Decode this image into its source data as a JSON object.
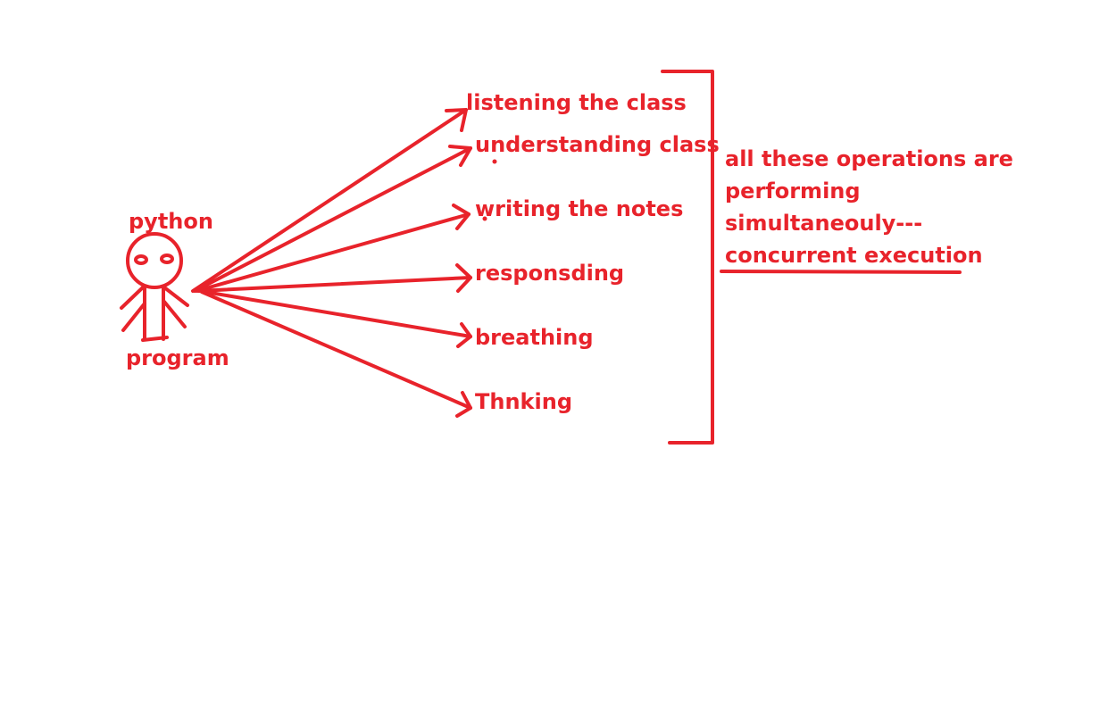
{
  "figure_label_top": "python",
  "figure_label_bottom": "program",
  "operations": [
    "listening the class",
    "understanding class",
    "writing the notes",
    "responsding",
    "breathing",
    "Thnking"
  ],
  "note": {
    "lines": [
      "all these operations are",
      "performing",
      "simultaneouly---",
      "concurrent execution"
    ]
  },
  "colors": {
    "ink": "#e8232b",
    "background": "#ffffff"
  }
}
